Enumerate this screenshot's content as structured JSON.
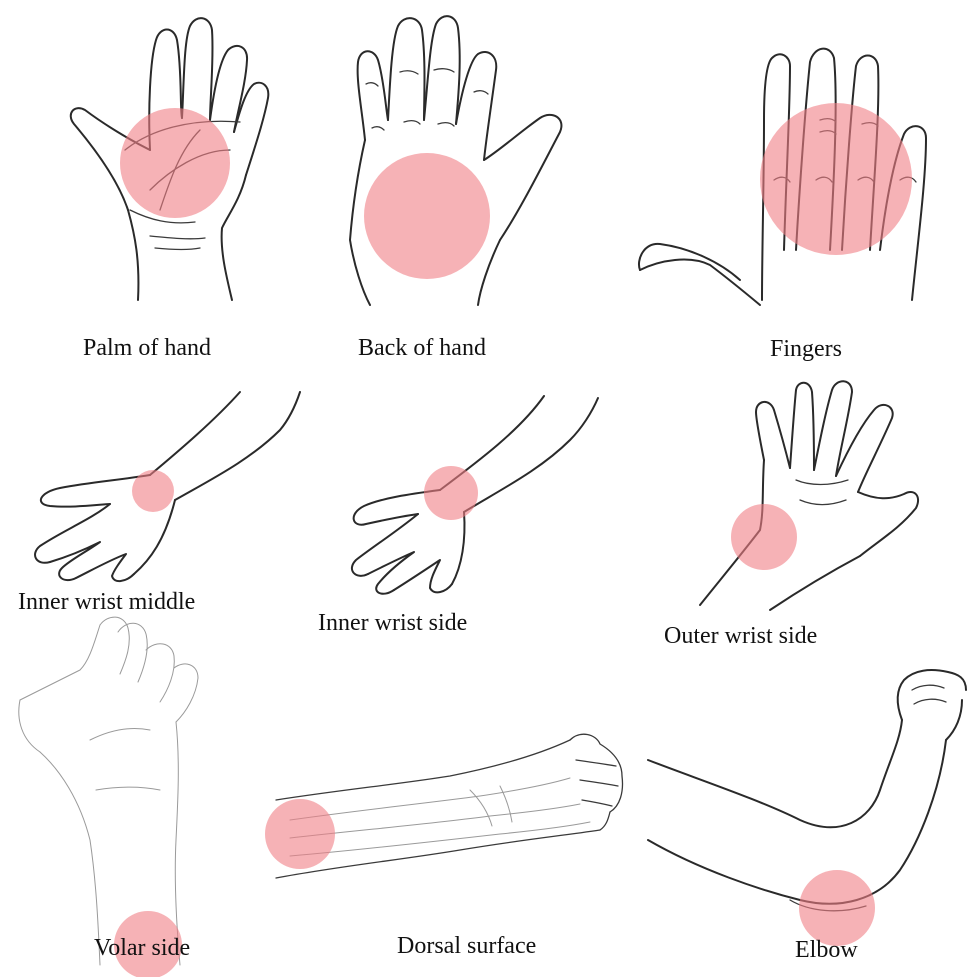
{
  "colors": {
    "highlight": "#f07f86",
    "outline": "#2a2a2a",
    "background": "#ffffff"
  },
  "panels": [
    {
      "id": "palm",
      "label": "Palm of hand"
    },
    {
      "id": "back",
      "label": "Back of hand"
    },
    {
      "id": "fingers",
      "label": "Fingers"
    },
    {
      "id": "inner-middle",
      "label": "Inner wrist middle"
    },
    {
      "id": "inner-side",
      "label": "Inner wrist side"
    },
    {
      "id": "outer-side",
      "label": "Outer wrist side"
    },
    {
      "id": "volar",
      "label": "Volar side"
    },
    {
      "id": "dorsal",
      "label": "Dorsal surface"
    },
    {
      "id": "elbow",
      "label": "Elbow"
    }
  ]
}
